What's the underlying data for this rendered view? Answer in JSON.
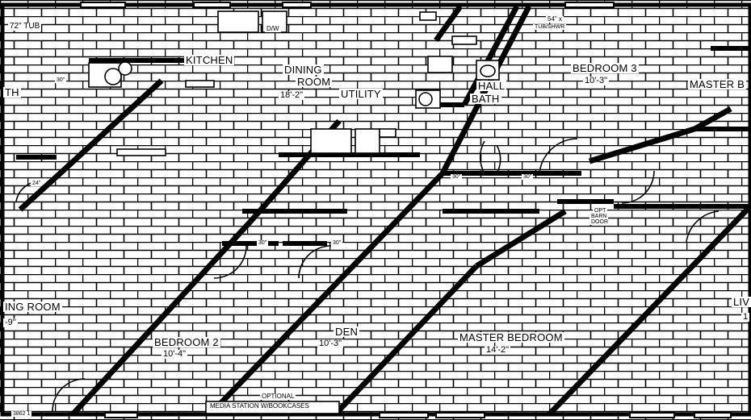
{
  "plan": {
    "rooms": {
      "kitchen": {
        "name": "KITCHEN"
      },
      "dining": {
        "name": "DINING",
        "name2": "ROOM",
        "dim": "18'-2\""
      },
      "utility": {
        "name": "UTILITY"
      },
      "hall_bath": {
        "name": "HALL",
        "name2": "BATH"
      },
      "bedroom3": {
        "name": "BEDROOM 3",
        "dim": "10'-3\""
      },
      "master_top": {
        "name": "MASTER B"
      },
      "bath_left": {
        "name": "TH"
      },
      "living": {
        "name": "ING ROOM",
        "dim": "-9\""
      },
      "bedroom2": {
        "name": "BEDROOM 2",
        "dim": "10'-4\""
      },
      "den": {
        "name": "DEN",
        "dim": "10'-3\""
      },
      "master": {
        "name": "MASTER BEDROOM",
        "dim": "14'-2\""
      },
      "right_edge": {
        "name": "LIV",
        "dim": "1"
      }
    },
    "fixtures": {
      "tub_left": "72\" TUB",
      "dw": "D/W",
      "tub_shower": "54\" x",
      "tub_shower2": "TUB/SHWR",
      "barn_door1": "OPT",
      "barn_door2": "BARN",
      "barn_door3": "DOOR",
      "optional1": "OPTIONAL",
      "optional2": "MEDIA STATION W/BOOKCASES",
      "door_30_a": "30\"",
      "door_30_b": "30\"",
      "door_30_c": "30\"",
      "door_30_d": "30\"",
      "door_30_e": "30\"",
      "door_24": "24\"",
      "scale_note": "3862 1"
    }
  },
  "colors": {
    "line": "#000000",
    "paper": "#ffffff"
  }
}
